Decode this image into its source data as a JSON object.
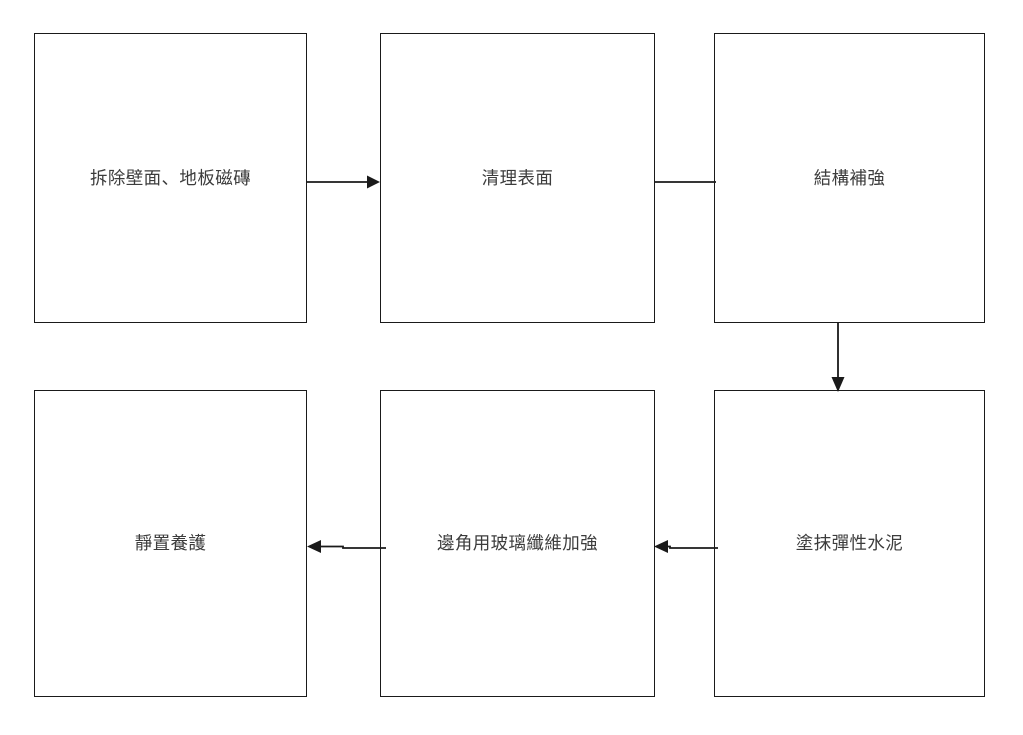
{
  "diagram": {
    "title": "",
    "background_color": "#ffffff",
    "node_border_color": "#1a1a1a",
    "node_fill_color": "#ffffff",
    "text_color": "#3c3c3c",
    "connector_color": "#1a1a1a",
    "type": "flowchart",
    "layout": "2-rows-by-3-columns-serpentine",
    "nodes": [
      {
        "id": "demolish",
        "label": "拆除壁面、地板磁磚",
        "row": 1,
        "col": 1
      },
      {
        "id": "clean",
        "label": "清理表面",
        "row": 1,
        "col": 2
      },
      {
        "id": "struct",
        "label": "結構補強",
        "row": 1,
        "col": 3
      },
      {
        "id": "cure",
        "label": "靜置養護",
        "row": 2,
        "col": 1
      },
      {
        "id": "fiber",
        "label": "邊角用玻璃纖維加強",
        "row": 2,
        "col": 2
      },
      {
        "id": "cement",
        "label": "塗抹彈性水泥",
        "row": 2,
        "col": 3
      }
    ],
    "edges": [
      {
        "from": "demolish",
        "to": "clean",
        "direction": "right",
        "arrowhead": true
      },
      {
        "from": "clean",
        "to": "struct",
        "direction": "right",
        "arrowhead": false
      },
      {
        "from": "struct",
        "to": "cement",
        "direction": "down",
        "arrowhead": true
      },
      {
        "from": "cement",
        "to": "fiber",
        "direction": "left",
        "arrowhead": true
      },
      {
        "from": "fiber",
        "to": "cure",
        "direction": "left",
        "arrowhead": true
      }
    ]
  }
}
